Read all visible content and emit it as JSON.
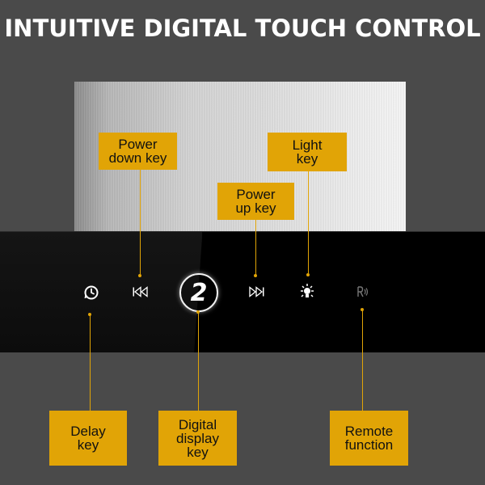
{
  "title": "INTUITIVE DIGITAL TOUCH CONTROL",
  "display_digit": "2",
  "labels": {
    "power_down": "Power\ndown key",
    "light": "Light\nkey",
    "power_up": "Power\nup key",
    "delay": "Delay\nkey",
    "digital_display": "Digital\ndisplay\nkey",
    "remote": "Remote\nfunction"
  },
  "icons": {
    "delay": "clock-icon",
    "power_down": "rewind-icon",
    "power_up": "fast-forward-icon",
    "light": "lightbulb-icon",
    "remote": "remote-signal-icon"
  },
  "colors": {
    "label_bg": "#e1a406",
    "background": "#4a4a4a",
    "glass": "#060606"
  }
}
